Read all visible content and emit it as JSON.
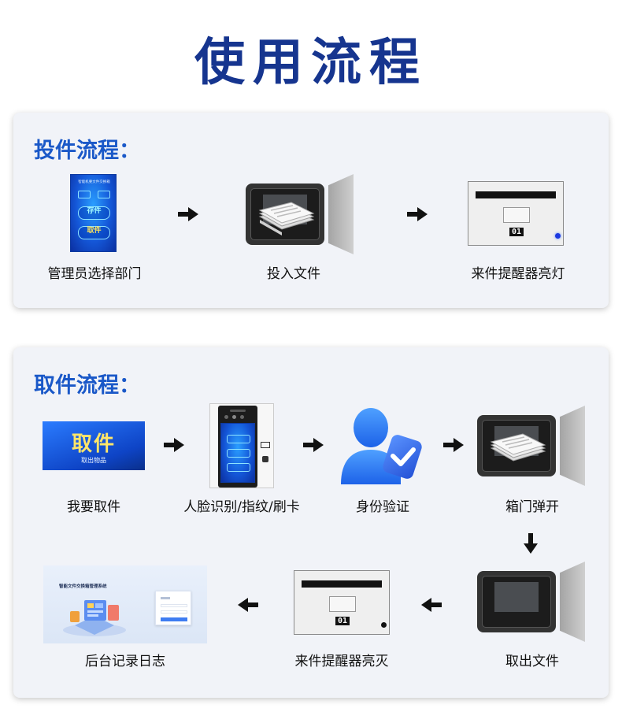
{
  "title": "使用流程",
  "deposit": {
    "heading": "投件流程：",
    "steps": [
      {
        "label": "管理员选择部门"
      },
      {
        "label": "投入文件"
      },
      {
        "label": "来件提醒器亮灯"
      }
    ],
    "kiosk": {
      "header": "智能机要文件交换箱",
      "btn1": "存件",
      "btn2": "取件"
    },
    "notifier_number": "01",
    "led_color": "#1b38e0"
  },
  "pickup": {
    "heading": "取件流程：",
    "steps": [
      {
        "label": "我要取件"
      },
      {
        "label": "人脸识别/指纹/刷卡"
      },
      {
        "label": "身份验证"
      },
      {
        "label": "箱门弹开"
      },
      {
        "label": "取出文件"
      },
      {
        "label": "来件提醒器亮灭"
      },
      {
        "label": "后台记录日志"
      }
    ],
    "banner": {
      "title": "取件",
      "subtitle": "取出物品"
    },
    "notifier_number": "01",
    "dashboard_title": "智能文件交换箱管理系统",
    "led_color": "#111111"
  },
  "colors": {
    "title": "#16358f",
    "heading": "#1a58c8",
    "panel": "#f1f3f8"
  }
}
